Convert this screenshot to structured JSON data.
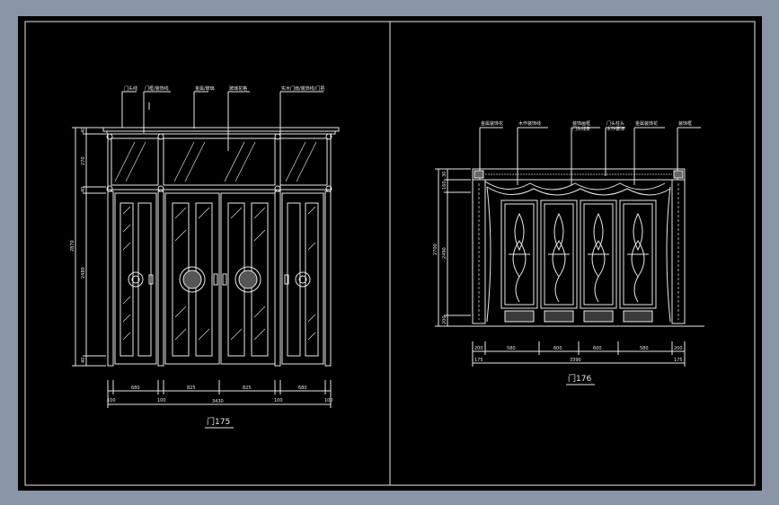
{
  "viewport": {
    "background": "#8a95a5",
    "frame_background": "#000000",
    "line_color": "#e8e8e8"
  },
  "left_elevation": {
    "title": "门175",
    "annotations": [
      "门头线",
      "门框/装饰线",
      "金属/玻璃",
      "玻璃花格",
      "实木门扇/装饰线/门把"
    ],
    "vertical_dims": [
      "40",
      "270",
      "40",
      "2480",
      "40"
    ],
    "overall_height": "2870",
    "horizontal_dims": [
      "100",
      "680",
      "100",
      "825",
      "825",
      "100",
      "680",
      "100"
    ],
    "overall_width": "3430"
  },
  "right_elevation": {
    "title": "门176",
    "annotations": [
      "金属装饰花",
      "木作装饰线",
      "装饰画框",
      "门头线条",
      "门头柱头",
      "木作装饰",
      "金属装饰花",
      "装饰框"
    ],
    "vertical_dims": [
      "30",
      "160",
      "2490",
      "200"
    ],
    "overall_height": "2700",
    "horizontal_dims": [
      "200",
      "580",
      "600",
      "600",
      "580",
      "200"
    ],
    "sub_dims": [
      "175",
      "175"
    ],
    "overall_width": "3390"
  }
}
